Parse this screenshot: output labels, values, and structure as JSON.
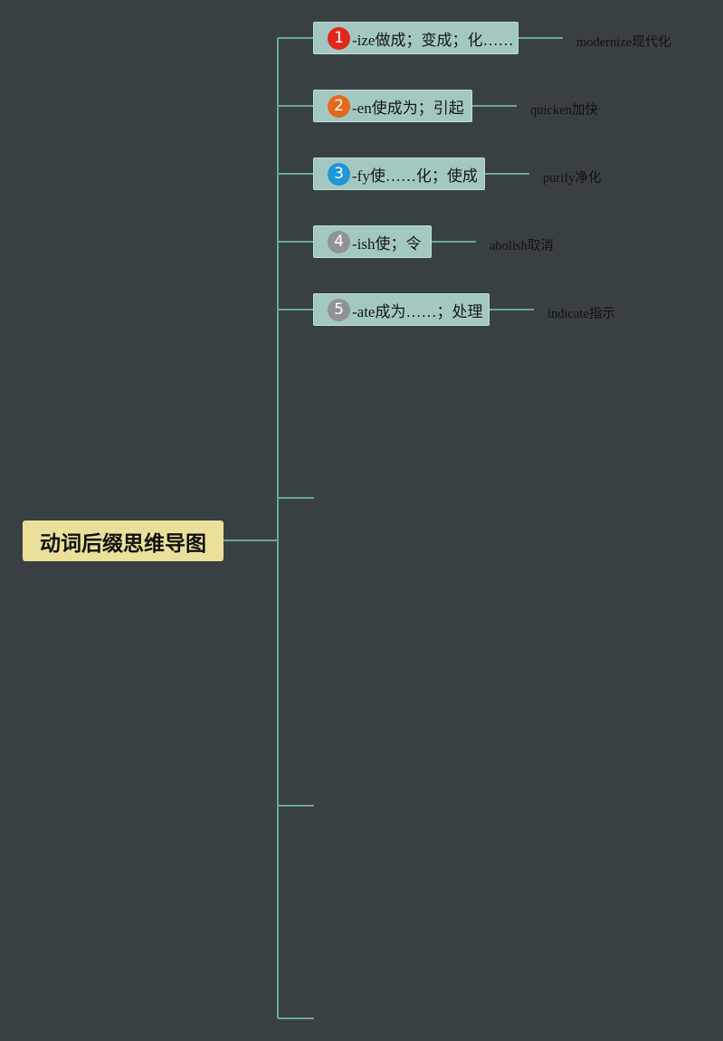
{
  "root": {
    "title": "动词后缀思维导图"
  },
  "branches": [
    {
      "number": "1",
      "badge_color": "#e2261a",
      "label": "-ize做成；变成；化……",
      "example": "modernize现代化"
    },
    {
      "number": "2",
      "badge_color": "#e46a1b",
      "label": "-en使成为；引起",
      "example": "quicken加快"
    },
    {
      "number": "3",
      "badge_color": "#2196d6",
      "label": "-fy使……化；使成",
      "example": "purify净化"
    },
    {
      "number": "4",
      "badge_color": "#8f9395",
      "label": "-ish使；令",
      "example": "abolish取消"
    },
    {
      "number": "5",
      "badge_color": "#8f9395",
      "label": "-ate成为……；处理",
      "example": "indicate指示"
    }
  ],
  "colors": {
    "background": "#394043",
    "connector": "#6aa79a",
    "node_fill": "#a3c8c1",
    "root_fill": "#eae09a"
  }
}
